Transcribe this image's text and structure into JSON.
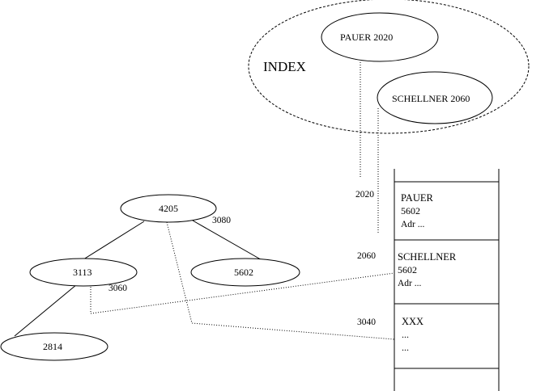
{
  "index": {
    "label": "INDEX",
    "entries": [
      {
        "name": "PAUER",
        "address": "2020"
      },
      {
        "name": "SCHELLNER",
        "address": "2060"
      }
    ]
  },
  "table": {
    "addresses": [
      "2020",
      "2060",
      "3040"
    ],
    "records": [
      {
        "line1": "PAUER",
        "line2": "5602",
        "line3": "Adr ..."
      },
      {
        "line1": "SCHELLNER",
        "line2": "5602",
        "line3": "Adr ..."
      },
      {
        "line1": "XXX",
        "line2": "...",
        "line3": "..."
      }
    ]
  },
  "tree": {
    "nodes": [
      {
        "id": "root",
        "label": "4205"
      },
      {
        "id": "left",
        "label": "3113"
      },
      {
        "id": "right",
        "label": "5602"
      },
      {
        "id": "leftleft",
        "label": "2814"
      }
    ],
    "address_labels": [
      "3080",
      "3060"
    ]
  }
}
